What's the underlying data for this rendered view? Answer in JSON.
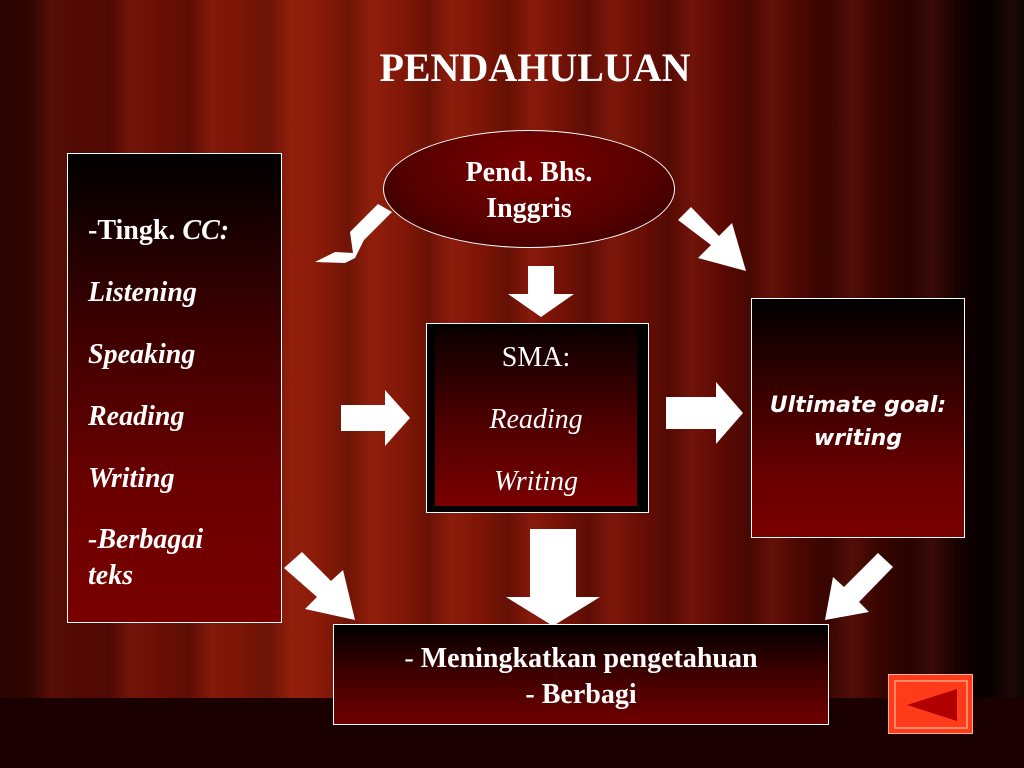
{
  "slide": {
    "title": "PENDAHULUAN"
  },
  "ellipse": {
    "line1": "Pend. Bhs.",
    "line2": "Inggris"
  },
  "left_box": {
    "item1_prefix": "-Tingk. ",
    "item1_italic": "CC:",
    "items": [
      "Listening",
      "Speaking",
      "Reading",
      "Writing"
    ],
    "last_item": "-Berbagai teks"
  },
  "center_box": {
    "heading": "SMA:",
    "items": [
      "Reading",
      "Writing"
    ]
  },
  "right_box": {
    "line1": "Ultimate goal:",
    "line2": "writing"
  },
  "bottom_box": {
    "line1_dash": "- ",
    "line1": "Meningkatkan pengetahuan",
    "line2": "- Berbagi"
  },
  "nav": {
    "back_icon": "previous-slide-icon",
    "button_color": "#ff3b1a",
    "icon_color": "#c00000"
  },
  "colors": {
    "box_fill": "#7a0000",
    "text": "#ffffff",
    "arrow": "#ffffff"
  }
}
